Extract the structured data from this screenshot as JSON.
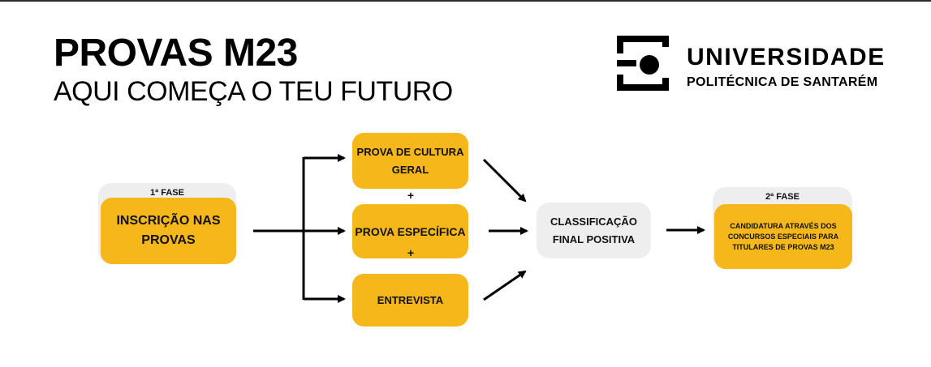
{
  "header": {
    "title": "PROVAS M23",
    "subtitle": "AQUI COMEÇA O TEU FUTURO"
  },
  "logo": {
    "name": "UNIVERSIDADE",
    "subname": "POLITÉCNICA DE SANTARÉM"
  },
  "diagram": {
    "phase1": {
      "label": "1ª FASE",
      "box": "INSCRIÇÃO NAS PROVAS"
    },
    "tests": [
      {
        "label": "PROVA DE CULTURA GERAL"
      },
      {
        "label": "PROVA ESPECÍFICA"
      },
      {
        "label": "ENTREVISTA"
      }
    ],
    "plus_signs": [
      "+",
      "+"
    ],
    "result": "CLASSIFICAÇÃO FINAL POSITIVA",
    "phase2": {
      "label": "2ª FASE",
      "box": "CANDIDATURA ATRAVÉS DOS CONCURSOS ESPECIAIS PARA TITULARES DE PROVAS M23"
    }
  },
  "colors": {
    "accent": "#f5b71a",
    "card_grey": "#eeeeee",
    "text": "#111111"
  }
}
